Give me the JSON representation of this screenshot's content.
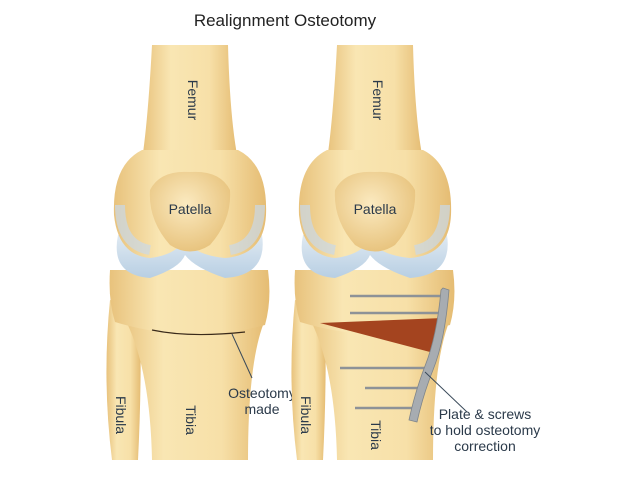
{
  "title": "Realignment Osteotomy",
  "left_knee": {
    "femur": "Femur",
    "patella": "Patella",
    "fibula": "Fibula",
    "tibia": "Tibia",
    "annotation": [
      "Osteotomy",
      "made"
    ]
  },
  "right_knee": {
    "femur": "Femur",
    "patella": "Patella",
    "fibula": "Fibula",
    "tibia": "Tibia",
    "annotation": [
      "Plate & screws",
      "to hold osteotomy",
      "correction"
    ]
  },
  "colors": {
    "bone": "#f6dfa6",
    "bone_shade": "#e9c47e",
    "cartilage": "#c9dceb",
    "wedge": "#a4441f",
    "hardware": "#9ea3a8"
  }
}
